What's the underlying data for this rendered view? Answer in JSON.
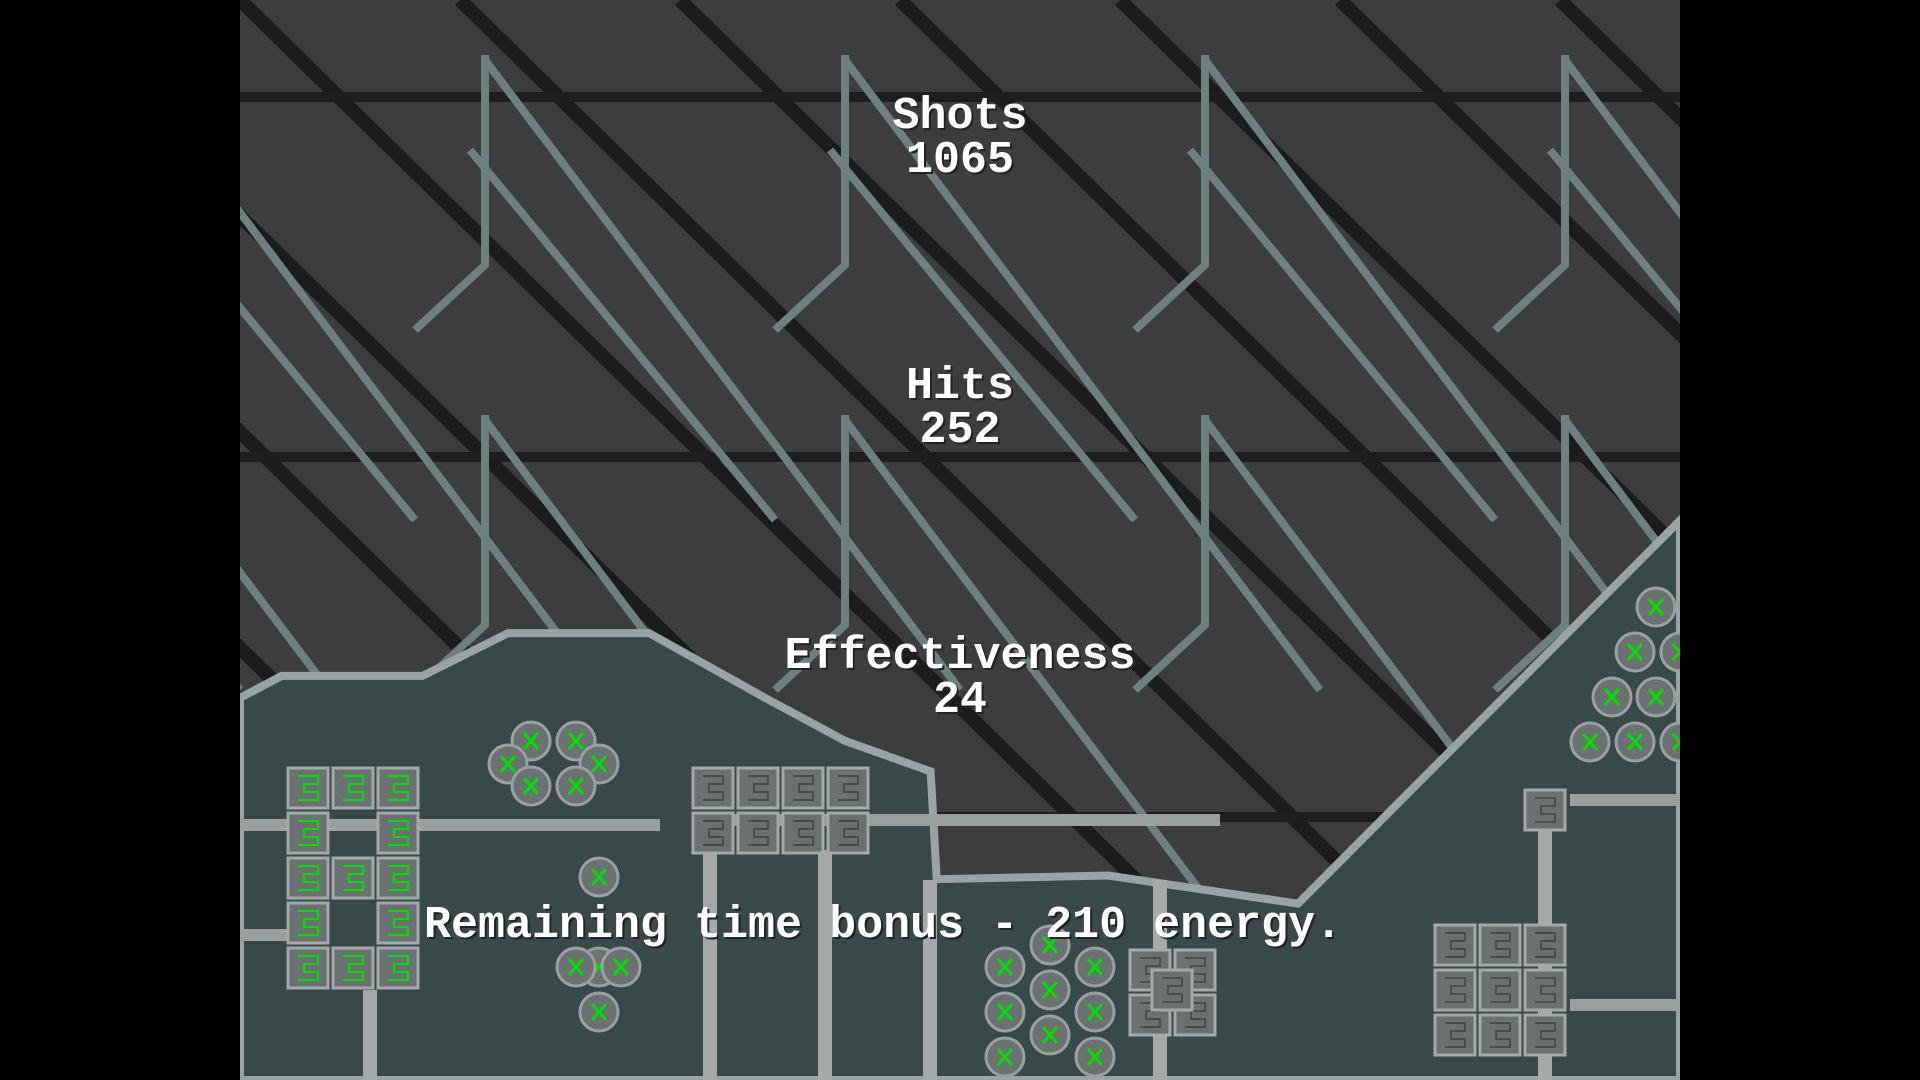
{
  "stats": {
    "shots_label": "Shots",
    "shots_value": "1065",
    "hits_label": "Hits",
    "hits_value": "252",
    "effectiveness_label": "Effectiveness",
    "effectiveness_value": "24"
  },
  "bonus_message": "Remaining time bonus - 210 energy.",
  "colors": {
    "background": "#3d3d3d",
    "grid_line": "#6e7f80",
    "terrain": "#394848",
    "light": "#00e000"
  }
}
